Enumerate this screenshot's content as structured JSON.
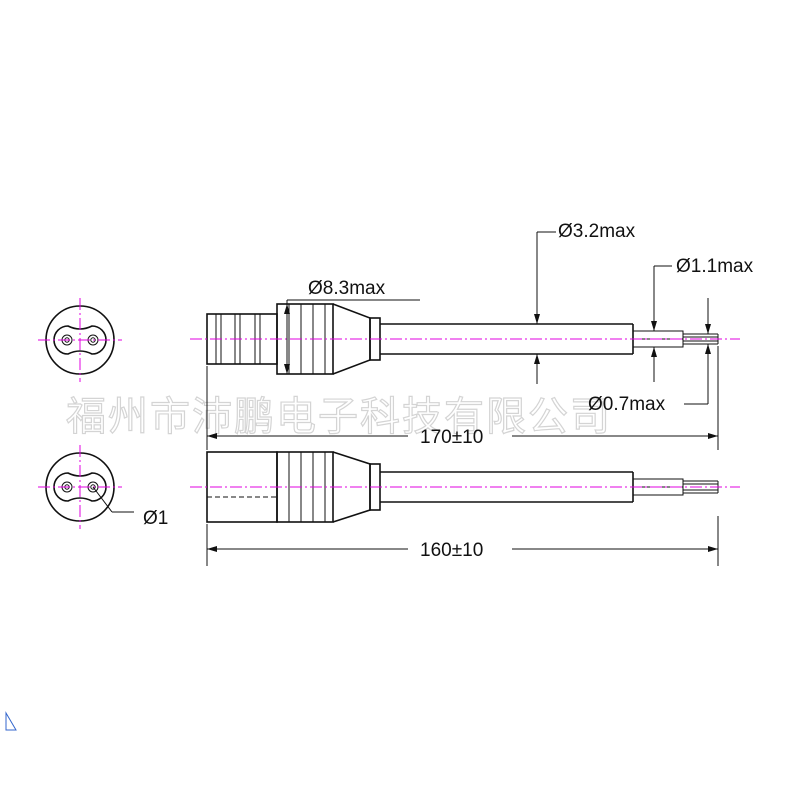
{
  "watermark": {
    "text": "福州市沛鹏电子科技有限公司"
  },
  "dimensions": {
    "connector_diameter": "Ø8.3max",
    "cable_diameter": "Ø3.2max",
    "conductor_diameter": "Ø1.1max",
    "strand_diameter": "Ø0.7max",
    "length_top": "170±10",
    "length_bottom": "160±10",
    "pin_diameter": "Ø1"
  },
  "colors": {
    "line": "#111111",
    "centerline": "#e000e0",
    "watermark": "#d4d4d4"
  }
}
